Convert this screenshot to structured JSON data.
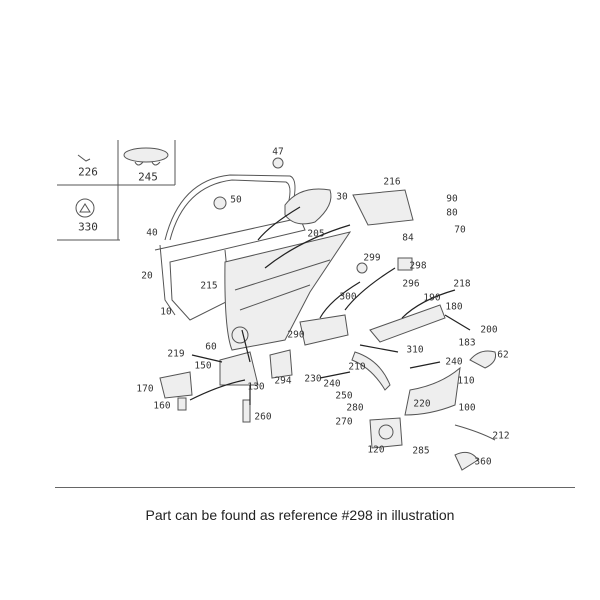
{
  "diagram": {
    "inset_labels": [
      "226",
      "245",
      "330"
    ],
    "part_labels": [
      "47",
      "50",
      "30",
      "216",
      "90",
      "80",
      "84",
      "70",
      "40",
      "205",
      "20",
      "215",
      "299",
      "298",
      "296",
      "218",
      "300",
      "190",
      "180",
      "10",
      "290",
      "200",
      "183",
      "62",
      "219",
      "60",
      "310",
      "240",
      "150",
      "230",
      "210",
      "240",
      "294",
      "110",
      "170",
      "130",
      "250",
      "100",
      "160",
      "280",
      "220",
      "260",
      "270",
      "212",
      "120",
      "285",
      "360"
    ]
  },
  "caption": "Part can be found as reference #298 in illustration"
}
